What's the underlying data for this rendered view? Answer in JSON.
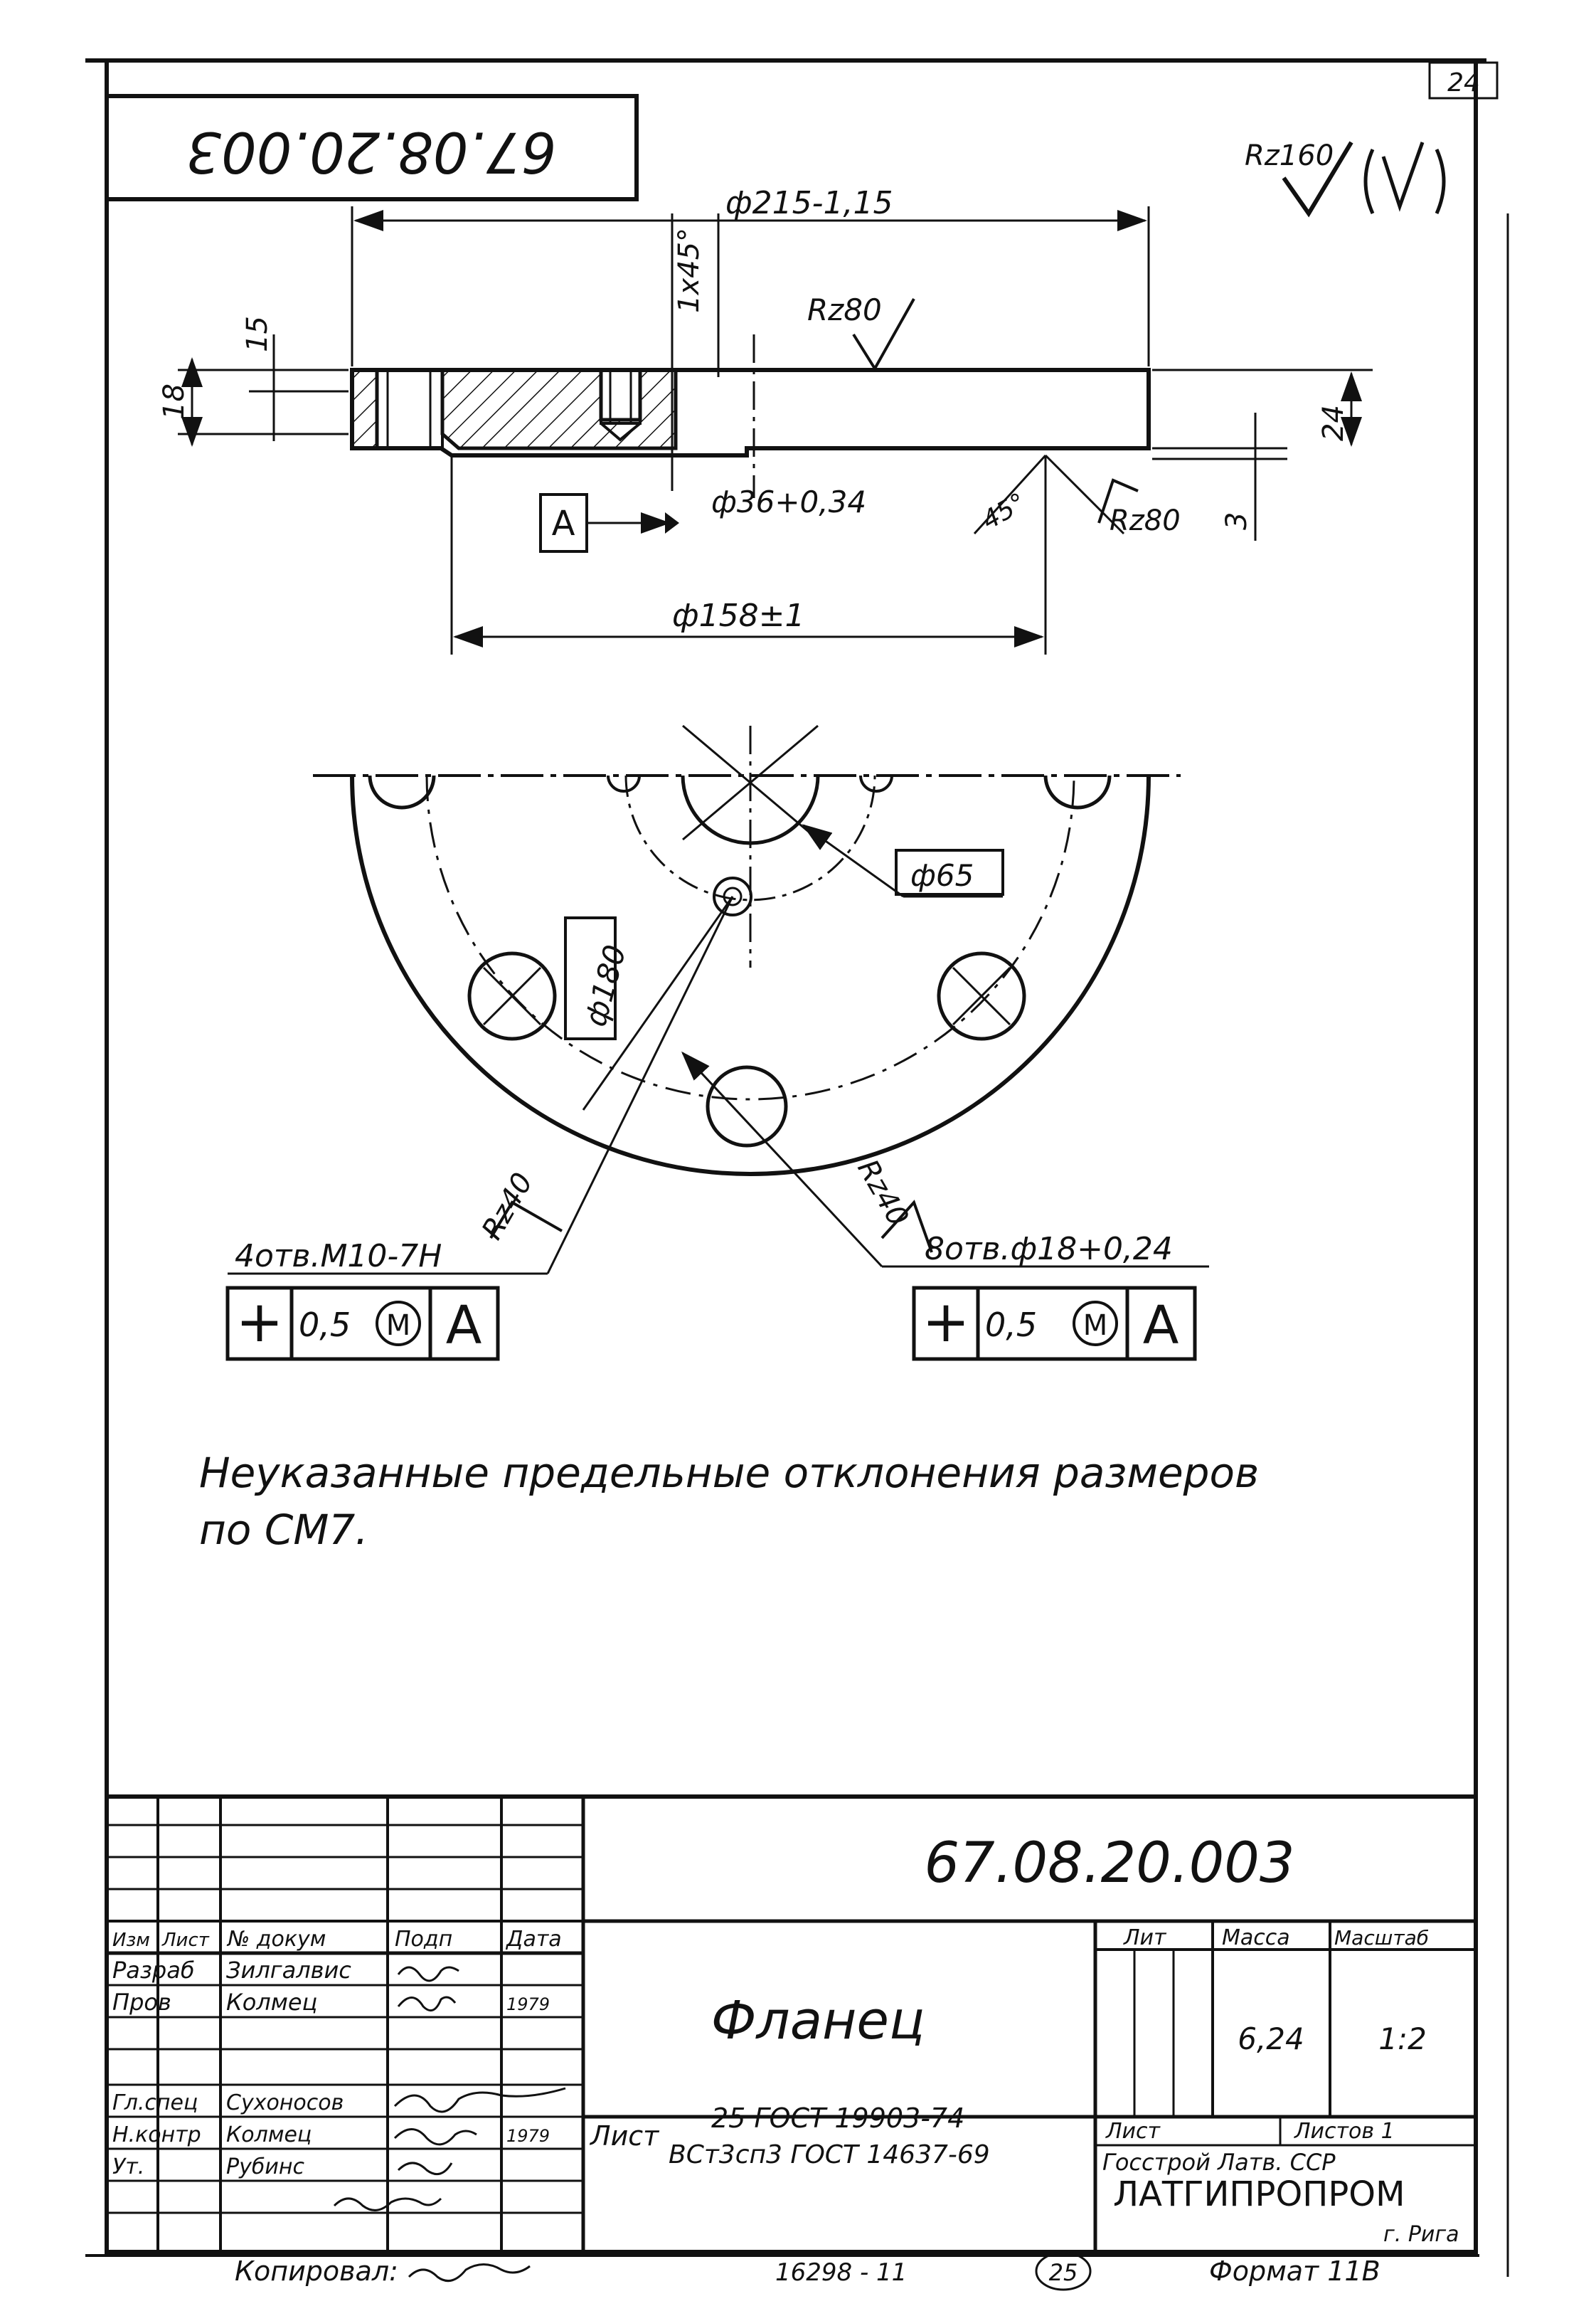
{
  "sheet_number": "24",
  "designation_rotated": "67.08.20.003",
  "roughness_general": "Rz160",
  "dims": {
    "d215": "ф215-1,15",
    "chamfer": "1x45°",
    "rz80_top": "Rz80",
    "h15": "15",
    "h18": "18",
    "h24": "24",
    "h3": "3",
    "d36": "ф36+0,34",
    "datum": "A",
    "angle45": "45°",
    "rz80_side": "Rz80",
    "d158": "ф158±1",
    "d65": "ф65",
    "d180": "ф180",
    "rz40_left": "Rz40",
    "rz40_right": "Rz40"
  },
  "holes_left": {
    "label": "4отв.М10-7Н",
    "symbol": "+",
    "tolerance": "0,5",
    "modifier": "M",
    "datum": "A"
  },
  "holes_right": {
    "label": "8отв.ф18+0,24",
    "symbol": "+",
    "tolerance": "0,5",
    "modifier": "M",
    "datum": "A"
  },
  "note": {
    "line1": "Неуказанные предельные отклонения размеров",
    "line2": "по СМ7."
  },
  "title_block": {
    "designation": "67.08.20.003",
    "part_name": "Фланец",
    "col_headers": [
      "Изм",
      "Лист",
      "№ докум",
      "Подп",
      "Дата"
    ],
    "roles": [
      {
        "role": "Разраб",
        "name": "Зилгалвис",
        "date": ""
      },
      {
        "role": "Пров",
        "name": "Колмец",
        "date": "1979"
      },
      {
        "role": "",
        "name": "",
        "date": ""
      },
      {
        "role": "Гл.спец",
        "name": "Сухоносов",
        "date": ""
      },
      {
        "role": "Н.контр",
        "name": "Колмец",
        "date": "1979"
      },
      {
        "role": "Ут.",
        "name": "Рубинс",
        "date": ""
      }
    ],
    "material_line1": "25 ГОСТ 19903-74",
    "material_line2": "ВСт3сп3 ГОСТ 14637-69",
    "material_prefix": "Лист",
    "lit_label": "Лит",
    "mass_label": "Масса",
    "scale_label": "Масштаб",
    "mass": "6,24",
    "scale": "1:2",
    "sheet_label": "Лист",
    "sheets_label": "Листов 1",
    "org_line1": "Госстрой Латв. ССР",
    "org_line2": "ЛАТГИПРОПРОМ",
    "org_city": "г. Рига"
  },
  "footer": {
    "copied": "Копировал:",
    "doc_number": "16298 - 11",
    "page": "25",
    "format": "Формат 11В"
  }
}
